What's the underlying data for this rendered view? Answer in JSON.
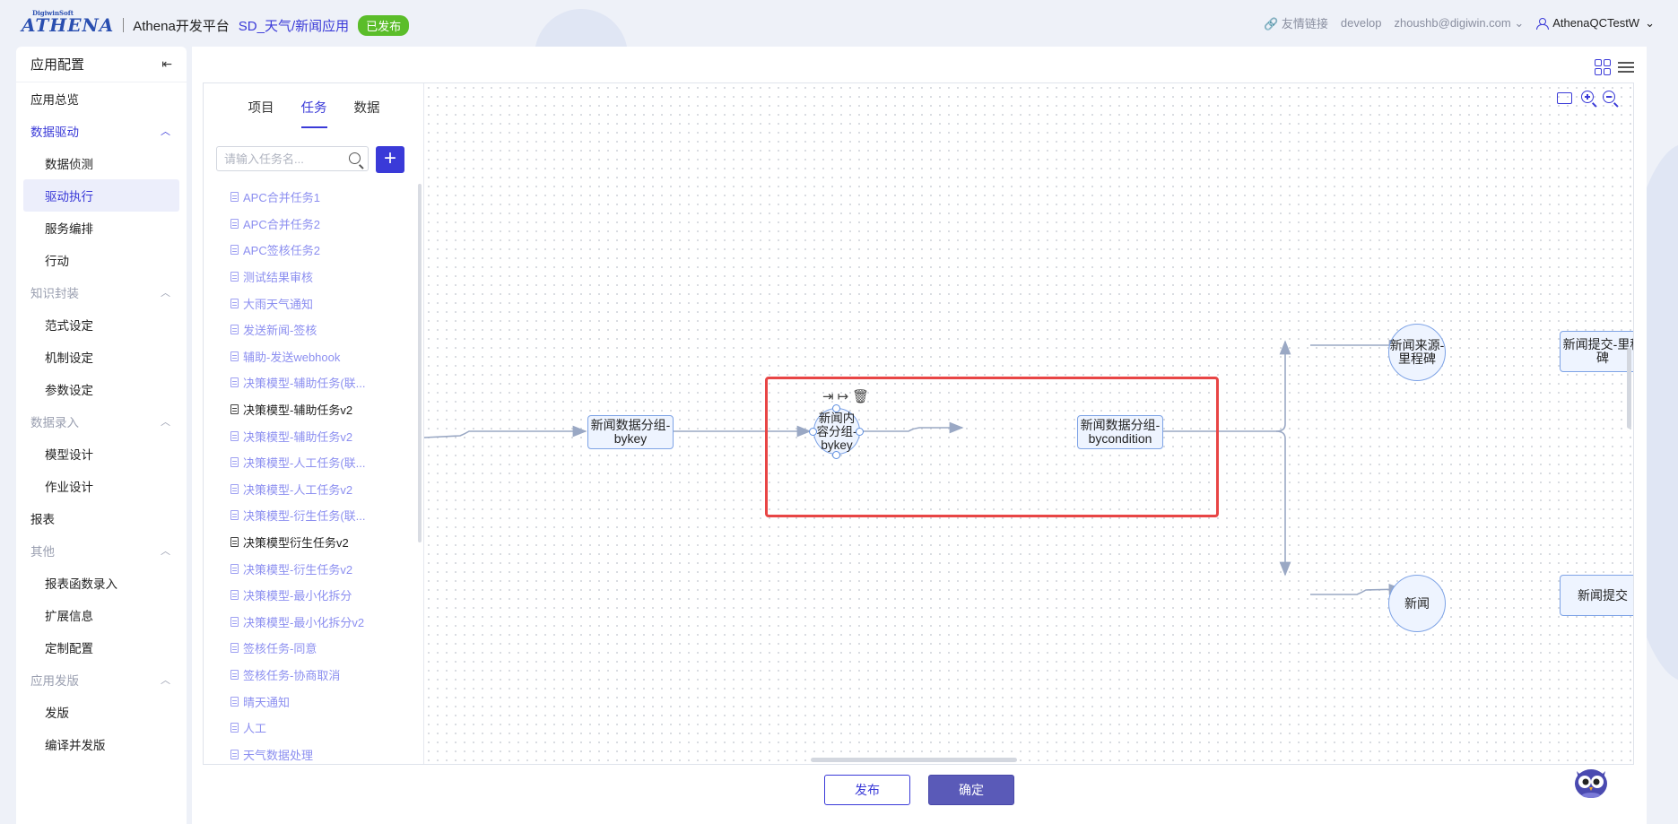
{
  "header": {
    "logo_text": "ATHENA",
    "logo_sub": "DigiwinSoft",
    "platform": "Athena开发平台",
    "app_name": "SD_天气/新闻应用",
    "status_badge": "已发布",
    "links_label": "友情链接",
    "env": "develop",
    "account": "zhoushb@digiwin.com",
    "user": "AthenaQCTestW"
  },
  "sidebar": {
    "title": "应用配置",
    "items": [
      {
        "type": "top",
        "label": "应用总览"
      },
      {
        "type": "group",
        "label": "数据驱动",
        "active": true
      },
      {
        "type": "sub",
        "label": "数据侦测"
      },
      {
        "type": "sub",
        "label": "驱动执行",
        "active": true
      },
      {
        "type": "sub",
        "label": "服务编排"
      },
      {
        "type": "sub",
        "label": "行动"
      },
      {
        "type": "group",
        "label": "知识封装"
      },
      {
        "type": "sub",
        "label": "范式设定"
      },
      {
        "type": "sub",
        "label": "机制设定"
      },
      {
        "type": "sub",
        "label": "参数设定"
      },
      {
        "type": "group",
        "label": "数据录入"
      },
      {
        "type": "sub",
        "label": "模型设计"
      },
      {
        "type": "sub",
        "label": "作业设计"
      },
      {
        "type": "top",
        "label": "报表"
      },
      {
        "type": "group",
        "label": "其他"
      },
      {
        "type": "sub",
        "label": "报表函数录入"
      },
      {
        "type": "sub",
        "label": "扩展信息"
      },
      {
        "type": "sub",
        "label": "定制配置"
      },
      {
        "type": "group",
        "label": "应用发版"
      },
      {
        "type": "sub",
        "label": "发版"
      },
      {
        "type": "sub",
        "label": "编译并发版"
      }
    ]
  },
  "task_panel": {
    "tabs": [
      "项目",
      "任务",
      "数据"
    ],
    "active_tab": 1,
    "search_placeholder": "请输入任务名...",
    "add_label": "+",
    "tasks": [
      {
        "label": "APC合并任务1",
        "dark": false
      },
      {
        "label": "APC合并任务2",
        "dark": false
      },
      {
        "label": "APC签核任务2",
        "dark": false
      },
      {
        "label": "测试结果审核",
        "dark": false
      },
      {
        "label": "大雨天气通知",
        "dark": false
      },
      {
        "label": "发送新闻-签核",
        "dark": false
      },
      {
        "label": "辅助-发送webhook",
        "dark": false
      },
      {
        "label": "决策模型-辅助任务(联...",
        "dark": false
      },
      {
        "label": "决策模型-辅助任务v2",
        "dark": true
      },
      {
        "label": "决策模型-辅助任务v2",
        "dark": false
      },
      {
        "label": "决策模型-人工任务(联...",
        "dark": false
      },
      {
        "label": "决策模型-人工任务v2",
        "dark": false
      },
      {
        "label": "决策模型-衍生任务(联...",
        "dark": false
      },
      {
        "label": "决策模型衍生任务v2",
        "dark": true
      },
      {
        "label": "决策模型-衍生任务v2",
        "dark": false
      },
      {
        "label": "决策模型-最小化拆分",
        "dark": false
      },
      {
        "label": "决策模型-最小化拆分v2",
        "dark": false
      },
      {
        "label": "签核任务-同意",
        "dark": false
      },
      {
        "label": "签核任务-协商取消",
        "dark": false
      },
      {
        "label": "晴天通知",
        "dark": false
      },
      {
        "label": "人工",
        "dark": false
      },
      {
        "label": "天气数据处理",
        "dark": false
      }
    ]
  },
  "flow": {
    "node_bykey": "新闻数据分组-bykey",
    "node_content": "新闻内容分组-bykey",
    "node_bycondition": "新闻数据分组-bycondition",
    "node_source": "新闻来源-里程碑",
    "node_submit_milestone": "新闻提交-里程碑",
    "node_news": "新闻",
    "node_news_submit": "新闻提交"
  },
  "footer": {
    "publish": "发布",
    "confirm": "确定"
  },
  "colors": {
    "accent": "#3a3ad8",
    "badge": "#5bbd2a",
    "highlight": "#e84545",
    "edge": "#9aa8c4"
  }
}
